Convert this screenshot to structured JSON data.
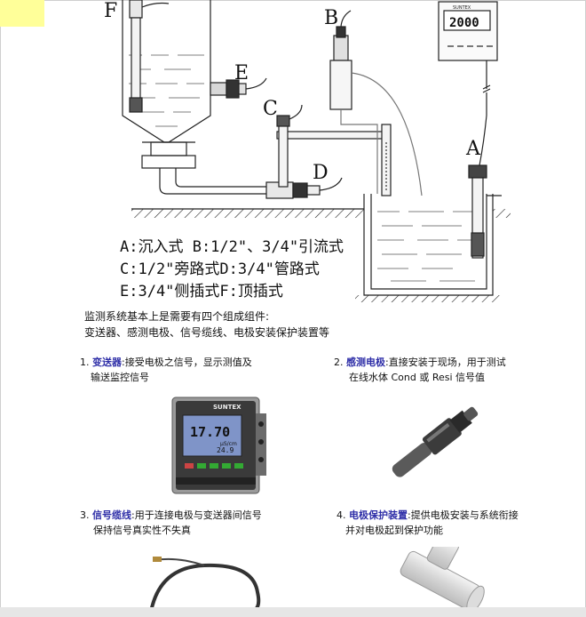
{
  "diagram": {
    "labels": {
      "a": "A",
      "b": "B",
      "c": "C",
      "d": "D",
      "e": "E",
      "f": "F"
    },
    "display_value": "2000",
    "brand": "SUNTEX"
  },
  "legend": [
    "A:沉入式  B:1/2\"、3/4\"引流式",
    "C:1/2\"旁路式D:3/4\"管路式",
    "E:3/4\"侧插式F:顶插式"
  ],
  "intro": [
    "监测系统基本上是需要有四个组成组件:",
    "变送器、感测电极、信号缆线、电极安装保护装置等"
  ],
  "items": [
    {
      "num": "1.",
      "name": "变送器",
      "desc1": ":接受电极之信号，显示测值及",
      "desc2": "输送监控信号"
    },
    {
      "num": "2.",
      "name": "感测电极",
      "desc1": ":直接安装于现场，用于测试",
      "desc2": "在线水体 Cond 或 Resi 信号值"
    },
    {
      "num": "3.",
      "name": "信号缆线",
      "desc1": ":用于连接电极与变送器间信号",
      "desc2": "保持信号真实性不失真"
    },
    {
      "num": "4.",
      "name": "电极保护装置",
      "desc1": ":提供电极安装与系统衔接",
      "desc2": "并对电极起到保护功能"
    }
  ],
  "transmitter": {
    "brand": "SUNTEX",
    "reading": "17.70",
    "unit": "μS/cm",
    "temp": "24.9"
  },
  "colors": {
    "accent": "#2f2fa8",
    "highlight": "#ffff99"
  }
}
